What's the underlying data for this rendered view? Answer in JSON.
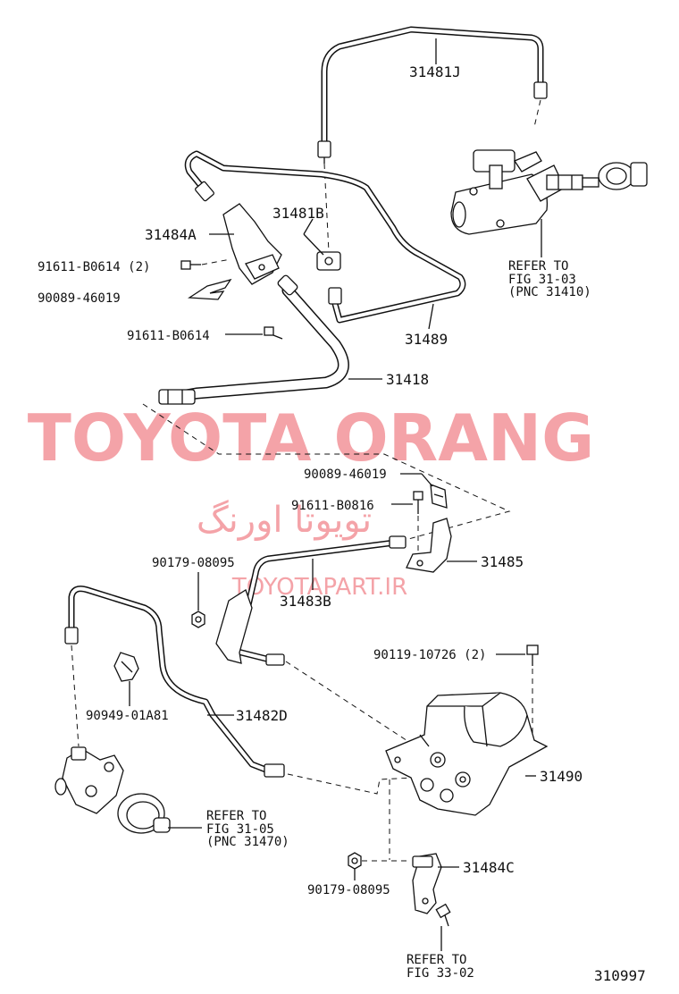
{
  "labels": {
    "l31481J": "31481J",
    "l31481B": "31481B",
    "l31484A": "31484A",
    "l91611_0614_2": "91611-B0614 (2)",
    "l90089_46019_top": "90089-46019",
    "l91611_0614": "91611-B0614",
    "l31489": "31489",
    "l31418": "31418",
    "l90089_46019_mid": "90089-46019",
    "l91611_0816": "91611-B0816",
    "l31485": "31485",
    "l90179_08095_top": "90179-08095",
    "l31483B": "31483B",
    "l90119_10726": "90119-10726 (2)",
    "l90949_01A81": "90949-01A81",
    "l31482D": "31482D",
    "l31490": "31490",
    "l90179_08095_bot": "90179-08095",
    "l31484C": "31484C",
    "ref_master_1": "REFER TO",
    "ref_master_2": "FIG 31-03",
    "ref_master_3": "(PNC 31410)",
    "ref_slave_1": "REFER TO",
    "ref_slave_2": "FIG 31-05",
    "ref_slave_3": "(PNC 31470)",
    "ref_bottom_1": "REFER TO",
    "ref_bottom_2": "FIG 33-02",
    "figure_number": "310997"
  },
  "watermark": {
    "brand": "TOYOTA ORANG",
    "persian": "تویوتا اورنگ",
    "url": "TOYOTAPART.IR",
    "color": "#f4a3a8"
  },
  "colors": {
    "line": "#111111",
    "background": "#ffffff"
  }
}
